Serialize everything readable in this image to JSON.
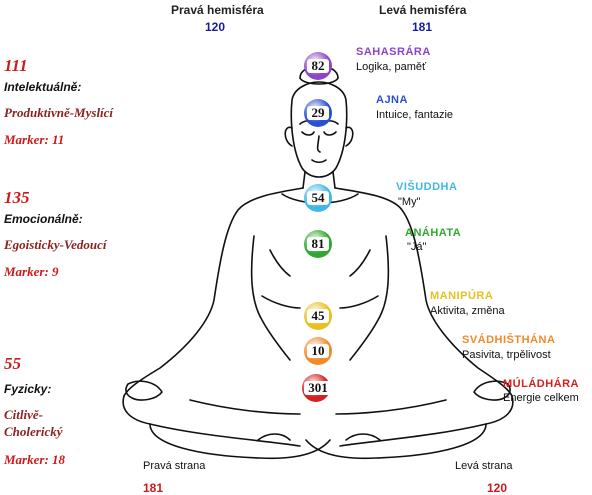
{
  "hemispheres": {
    "right": {
      "title": "Pravá hemisféra",
      "value": "120"
    },
    "left": {
      "title": "Levá hemisféra",
      "value": "181"
    }
  },
  "sides": {
    "intellectual": {
      "number": "111",
      "heading": "Intelektuálně:",
      "type": "Produktivně-Myslící",
      "marker": "Marker: 11"
    },
    "emotional": {
      "number": "135",
      "heading": "Emocionálně:",
      "type": "Egoisticky-Vedoucí",
      "marker": "Marker: 9"
    },
    "physical": {
      "number": "55",
      "heading": "Fyzicky:",
      "type_line1": "Citlivě-",
      "type_line2": "Cholerický",
      "marker": "Marker: 18"
    }
  },
  "chakras": [
    {
      "value": "82",
      "name": "SAHASRÁRA",
      "desc": "Logika, paměť",
      "color": "#8e44c8"
    },
    {
      "value": "29",
      "name": "AJNA",
      "desc": "Intuice, fantazie",
      "color": "#2a4fd0"
    },
    {
      "value": "54",
      "name": "VIŠUDDHA",
      "desc": "\"My\"",
      "color": "#3fb8e6"
    },
    {
      "value": "81",
      "name": "ANÁHATA",
      "desc": "\"Já\"",
      "color": "#2ea82e"
    },
    {
      "value": "45",
      "name": "MANIPÚRA",
      "desc": "Aktivita, změna",
      "color": "#e8c020"
    },
    {
      "value": "10",
      "name": "SVÁDHIŠTHÁNA",
      "desc": "Pasivita, trpělivost",
      "color": "#f08a2a"
    },
    {
      "value": "301",
      "name": "MÚLÁDHÁRA",
      "desc": "Energie celkem",
      "color": "#d42020"
    }
  ],
  "bottom": {
    "right_side": {
      "label": "Pravá strana",
      "value": "181"
    },
    "left_side": {
      "label": "Levá strana",
      "value": "120"
    }
  }
}
